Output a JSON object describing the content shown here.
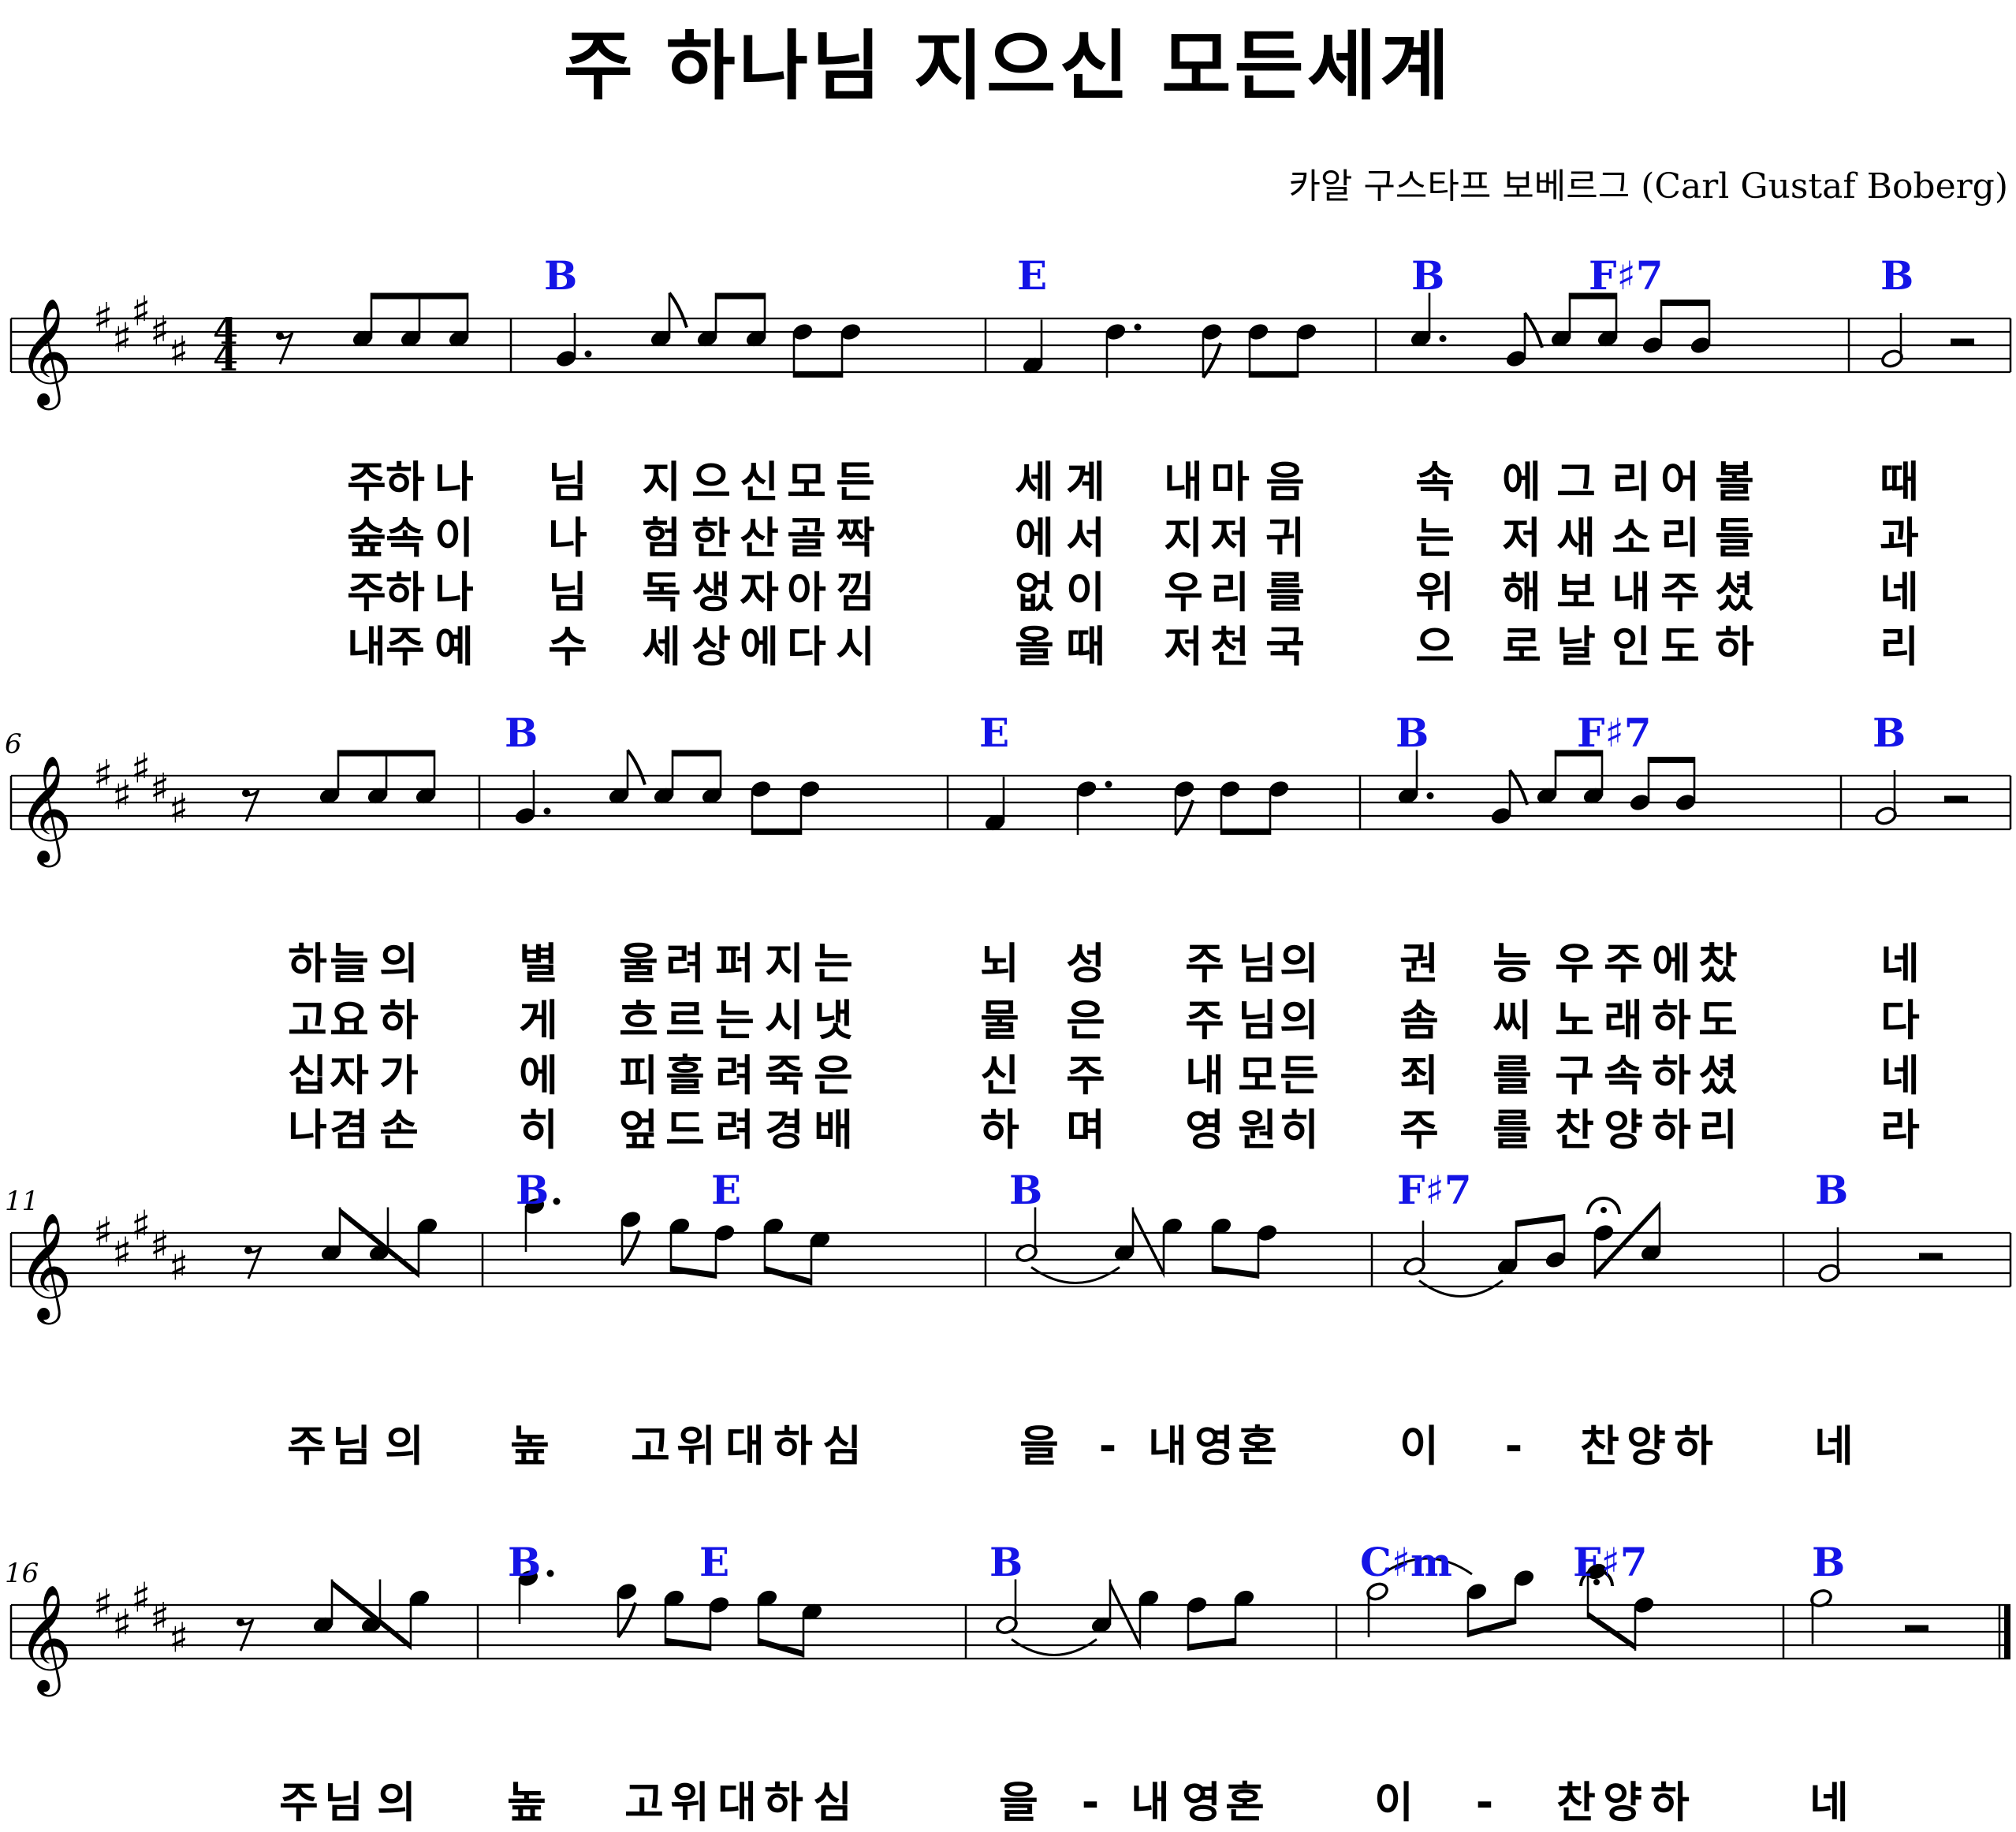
{
  "title": "주 하나님 지으신 모든세계",
  "composer": "카알 구스타프 보베르그 (Carl Gustaf Boberg)",
  "key_signature": "B major (5 sharps)",
  "time_signature": "4/4",
  "chord_color": "#1414e6",
  "systems": [
    {
      "start_measure": "",
      "chords": [
        "B",
        "E",
        "B",
        "F♯7",
        "B"
      ],
      "lyrics": [
        [
          "주",
          "하",
          "나",
          "님",
          "지",
          "으",
          "신",
          "모",
          "든",
          "세",
          "계",
          "내",
          "마",
          "음",
          "속",
          "에",
          "그",
          "리",
          "어",
          "볼",
          "때"
        ],
        [
          "숲",
          "속",
          "이",
          "나",
          "험",
          "한",
          "산",
          "골",
          "짝",
          "에",
          "서",
          "지",
          "저",
          "귀",
          "는",
          "저",
          "새",
          "소",
          "리",
          "들",
          "과"
        ],
        [
          "주",
          "하",
          "나",
          "님",
          "독",
          "생",
          "자",
          "아",
          "낌",
          "없",
          "이",
          "우",
          "리",
          "를",
          "위",
          "해",
          "보",
          "내",
          "주",
          "셨",
          "네"
        ],
        [
          "내",
          "주",
          "예",
          "수",
          "세",
          "상",
          "에",
          "다",
          "시",
          "올",
          "때",
          "저",
          "천",
          "국",
          "으",
          "로",
          "날",
          "인",
          "도",
          "하",
          "리"
        ]
      ]
    },
    {
      "start_measure": "6",
      "chords": [
        "B",
        "E",
        "B",
        "F♯7",
        "B"
      ],
      "lyrics": [
        [
          "하",
          "늘",
          "의",
          "별",
          "울",
          "려",
          "퍼",
          "지",
          "는",
          "뇌",
          "성",
          "주",
          "님",
          "의",
          "권",
          "능",
          "우",
          "주",
          "에",
          "찼",
          "네"
        ],
        [
          "고",
          "요",
          "하",
          "게",
          "흐",
          "르",
          "는",
          "시",
          "냇",
          "물",
          "은",
          "주",
          "님",
          "의",
          "솜",
          "씨",
          "노",
          "래",
          "하",
          "도",
          "다"
        ],
        [
          "십",
          "자",
          "가",
          "에",
          "피",
          "흘",
          "려",
          "죽",
          "은",
          "신",
          "주",
          "내",
          "모",
          "든",
          "죄",
          "를",
          "구",
          "속",
          "하",
          "셨",
          "네"
        ],
        [
          "나",
          "겸",
          "손",
          "히",
          "엎",
          "드",
          "려",
          "경",
          "배",
          "하",
          "며",
          "영",
          "원",
          "히",
          "주",
          "를",
          "찬",
          "양",
          "하",
          "리",
          "라"
        ]
      ]
    },
    {
      "start_measure": "11",
      "chords": [
        "B",
        "E",
        "B",
        "F♯7",
        "B"
      ],
      "lyrics": [
        [
          "주",
          "님",
          "의",
          "높",
          "고",
          "위",
          "대",
          "하",
          "심",
          "을",
          "-",
          "내",
          "영",
          "혼",
          "이",
          "-",
          "찬",
          "양",
          "하",
          "네"
        ]
      ]
    },
    {
      "start_measure": "16",
      "chords": [
        "B",
        "E",
        "B",
        "C♯m",
        "F♯7",
        "B"
      ],
      "lyrics": [
        [
          "주",
          "님",
          "의",
          "높",
          "고",
          "위",
          "대",
          "하",
          "심",
          "을",
          "-",
          "내",
          "영",
          "혼",
          "이",
          "-",
          "찬",
          "양",
          "하",
          "네"
        ]
      ]
    }
  ]
}
